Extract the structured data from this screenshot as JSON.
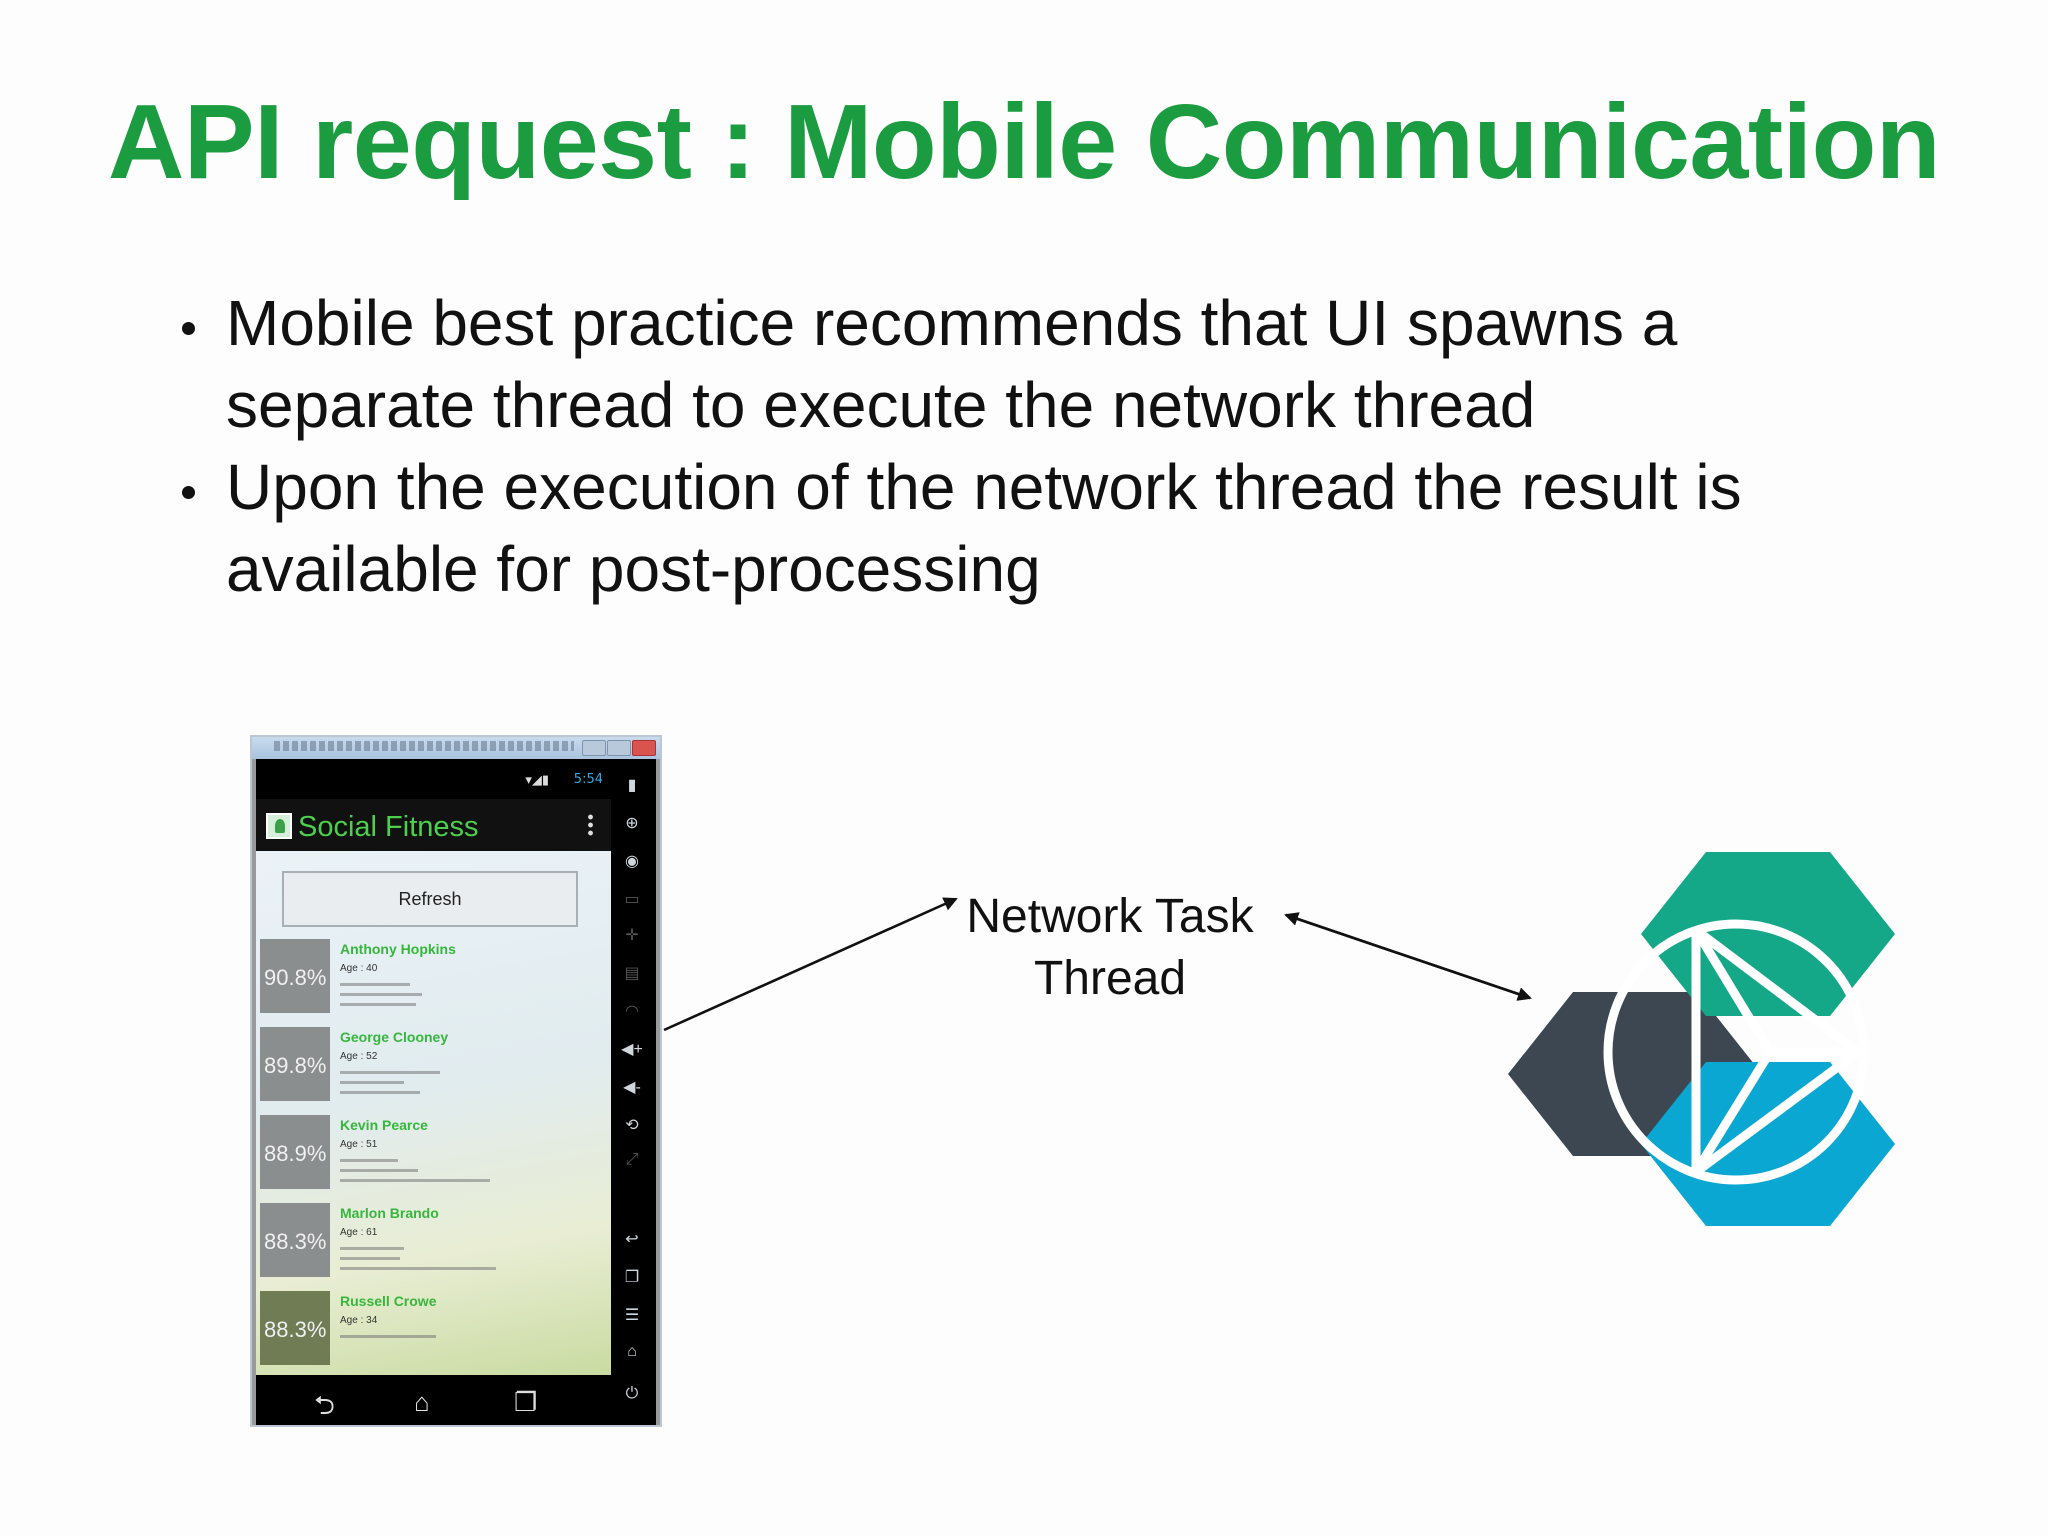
{
  "slide": {
    "title": "API request : Mobile Communication",
    "bullets": [
      "Mobile best practice recommends that UI spawns a separate thread to execute the network thread",
      "Upon the execution of the network thread the result is available for post-processing"
    ]
  },
  "diagram": {
    "middle_label_line1": "Network Task",
    "middle_label_line2": "Thread",
    "logo_colors": {
      "dark": "#3d4752",
      "teal": "#14a889",
      "blue": "#0aa7d3"
    }
  },
  "phone": {
    "status_time": "5:54",
    "app_name": "Social Fitness",
    "refresh_label": "Refresh",
    "people": [
      {
        "name": "Anthony Hopkins",
        "age": "Age : 40",
        "score": "90.8%"
      },
      {
        "name": "George Clooney",
        "age": "Age : 52",
        "score": "89.8%"
      },
      {
        "name": "Kevin Pearce",
        "age": "Age : 51",
        "score": "88.9%"
      },
      {
        "name": "Marlon Brando",
        "age": "Age : 61",
        "score": "88.3%"
      },
      {
        "name": "Russell Crowe",
        "age": "Age : 34",
        "score": "88.3%"
      }
    ]
  }
}
